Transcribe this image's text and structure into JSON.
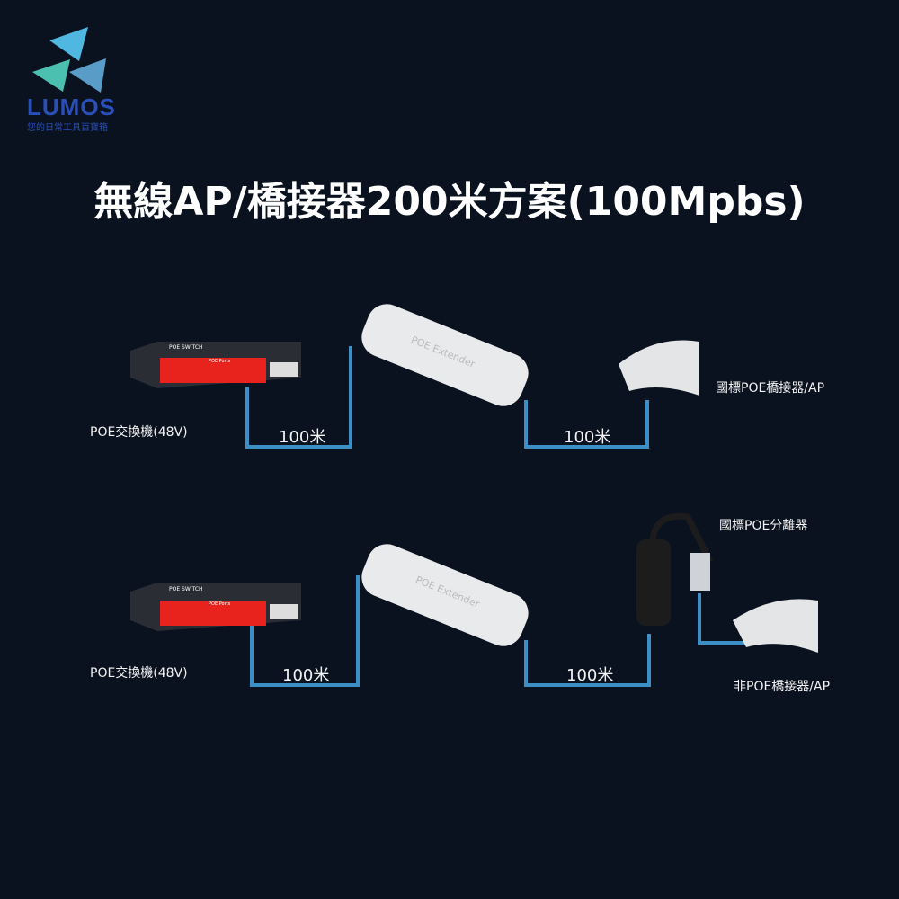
{
  "logo": {
    "name": "LUMOS",
    "tagline": "您的日常工具百寶箱"
  },
  "title": "無線AP/橋接器200米方案(100Mpbs)",
  "colors": {
    "background": "#0a1220",
    "cable": "#3b8fc4",
    "switch_panel": "#e8231e",
    "logo": "#2a4fb8"
  },
  "row1": {
    "switch_label": "POE交換機(48V)",
    "switch_brand": "POE SWITCH",
    "switch_ports_label": "POE Ports",
    "extender_label": "POE Extender",
    "distance_1": "100米",
    "distance_2": "100米",
    "device_label": "國標POE橋接器/AP"
  },
  "row2": {
    "switch_label": "POE交換機(48V)",
    "switch_brand": "POE SWITCH",
    "switch_ports_label": "POE Ports",
    "extender_label": "POE Extender",
    "distance_1": "100米",
    "distance_2": "100米",
    "splitter_label": "國標POE分離器",
    "device_label": "非POE橋接器/AP"
  }
}
